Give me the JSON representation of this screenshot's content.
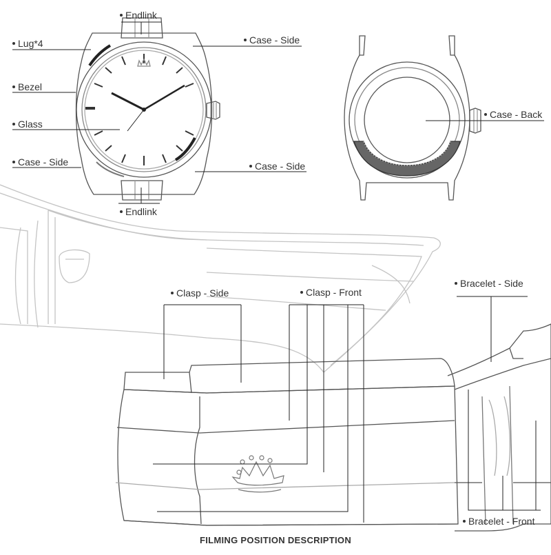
{
  "title": "FILMING POSITION DESCRIPTION",
  "labels": {
    "endlink_top": "Endlink",
    "endlink_bottom": "Endlink",
    "lug": "Lug*4",
    "bezel": "Bezel",
    "glass": "Glass",
    "case_side_left": "Case - Side",
    "case_side_top_right": "Case - Side",
    "case_side_bottom_right": "Case - Side",
    "case_back": "Case - Back",
    "clasp_side": "Clasp - Side",
    "clasp_front": "Clasp - Front",
    "bracelet_side": "Bracelet - Side",
    "bracelet_front": "Bracelet - Front"
  },
  "icons": {
    "brand_crown": "crown-logo-icon"
  },
  "colors": {
    "outline": "#555555",
    "light_outline": "#bbbbbb",
    "leader_line": "#222222",
    "text": "#333333"
  }
}
